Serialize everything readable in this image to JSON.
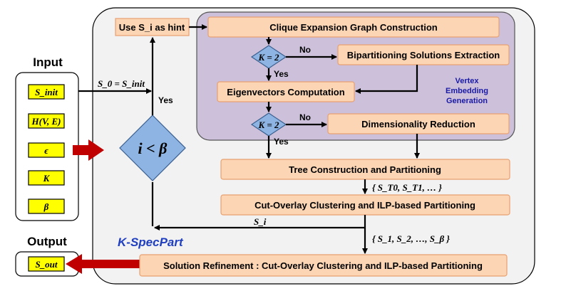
{
  "input": {
    "title": "Input",
    "items": [
      "S_init",
      "H(V, E)",
      "ϵ",
      "K",
      "β"
    ]
  },
  "output": {
    "title": "Output",
    "item": "S_out"
  },
  "kspecpart_label": "K-SpecPart",
  "hint_box": "Use S_i as hint",
  "loop_condition": "i < β",
  "init_assignment": "S_0 = S_init",
  "embedding_group_label": [
    "Vertex",
    "Embedding",
    "Generation"
  ],
  "boxes": {
    "clique": "Clique Expansion Graph Construction",
    "bipart": "Bipartitioning Solutions Extraction",
    "eigen": "Eigenvectors Computation",
    "dimred": "Dimensionality Reduction",
    "tree": "Tree Construction and Partitioning",
    "cutoverlay": "Cut-Overlay Clustering and ILP-based Partitioning",
    "refine": "Solution Refinement : Cut-Overlay Clustering and ILP-based Partitioning"
  },
  "decisions": {
    "k2_first": "K = 2",
    "k2_second": "K = 2"
  },
  "edge_labels": {
    "yes": "Yes",
    "no": "No",
    "tree_solutions": "{ S_T0, S_T1, … }",
    "si": "S_i",
    "solution_set": "{ S_1, S_2, …, S_β }"
  },
  "colors": {
    "box_fill": "#fcd5b4",
    "decision_fill": "#8db4e2",
    "input_fill": "#ffff00",
    "embedding_group_fill": "#ccc0da",
    "arrow_red": "#c00000",
    "kspecpart_text": "#1f3fc0"
  }
}
